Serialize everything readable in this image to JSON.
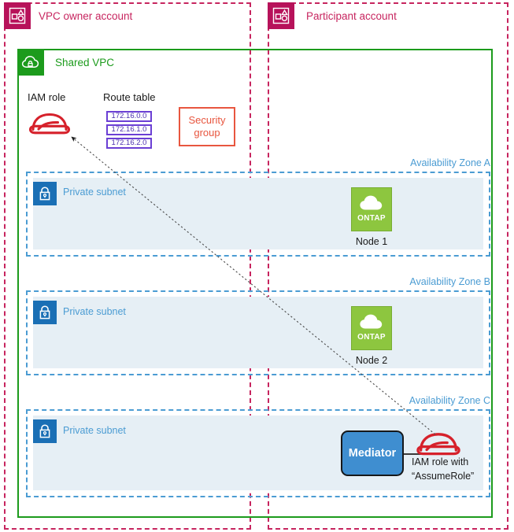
{
  "accounts": [
    {
      "label": "VPC owner account",
      "icon": "account-icon"
    },
    {
      "label": "Participant account",
      "icon": "account-icon"
    }
  ],
  "vpc": {
    "label": "Shared VPC",
    "icon": "vpc-cloud-lock-icon",
    "color": "#1c9b1c"
  },
  "iam_role": {
    "label": "IAM role",
    "icon": "iam-role-hardhat-icon",
    "color": "#d6212b"
  },
  "route_table": {
    "title": "Route table",
    "entries": [
      "172.16.0.0",
      "172.16.1.0",
      "172.16.2.0"
    ],
    "border_color": "#6b3fd4"
  },
  "security_group": {
    "line1": "Security",
    "line2": "group",
    "color": "#e8563f"
  },
  "zones": [
    {
      "label": "Availability Zone A",
      "subnet": {
        "label": "Private subnet",
        "icon": "lock-icon"
      },
      "node": {
        "label": "Node 1",
        "icon": "ontap-icon",
        "badge": "ONTAP"
      }
    },
    {
      "label": "Availability Zone B",
      "subnet": {
        "label": "Private subnet",
        "icon": "lock-icon"
      },
      "node": {
        "label": "Node 2",
        "icon": "ontap-icon",
        "badge": "ONTAP"
      }
    },
    {
      "label": "Availability Zone C",
      "subnet": {
        "label": "Private subnet",
        "icon": "lock-icon"
      },
      "mediator": {
        "label": "Mediator"
      },
      "assume_role": {
        "line1": "IAM role with",
        "line2": "“AssumeRole”",
        "icon": "iam-role-hardhat-icon"
      }
    }
  ],
  "colors": {
    "account_pink": "#c7255f",
    "account_icon_bg": "#b7125a",
    "vpc_green": "#1c9b1c",
    "az_blue": "#4b9cd3",
    "subnet_bg": "#e6eff5",
    "subnet_icon_bg": "#1a6fb5",
    "ontap_green": "#8dc63f",
    "mediator_blue": "#3f8ed0",
    "iam_red": "#d6212b",
    "route_purple": "#6b3fd4",
    "sg_orange": "#e8563f"
  }
}
